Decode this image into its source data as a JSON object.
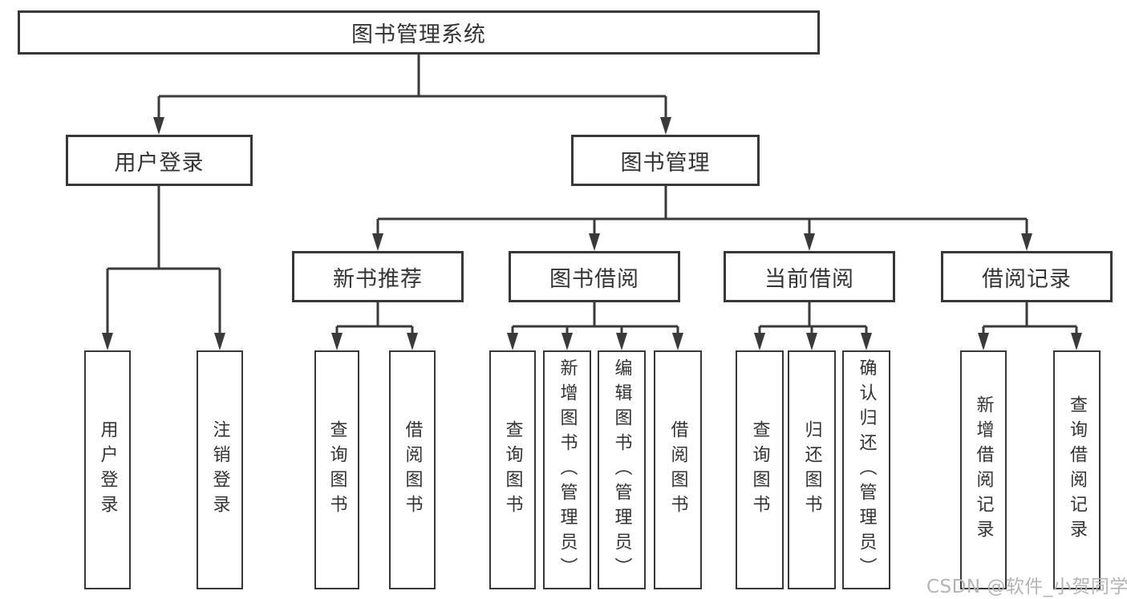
{
  "diagram": {
    "title": "图书管理系统",
    "level2": {
      "user_login": "用户登录",
      "book_mgmt": "图书管理"
    },
    "level3": {
      "new_book_rec": "新书推荐",
      "book_borrow": "图书借阅",
      "current_borrow": "当前借阅",
      "borrow_record": "借阅记录"
    },
    "leaves": {
      "login": "用户登录",
      "logout": "注销登录",
      "rec_query": "查询图书",
      "rec_borrow": "借阅图书",
      "bb_query": "查询图书",
      "bb_add": "新增图书（管理员）",
      "bb_edit": "编辑图书（管理员）",
      "bb_borrow": "借阅图书",
      "cb_query": "查询图书",
      "cb_return": "归还图书",
      "cb_confirm": "确认归还（管理员）",
      "br_add": "新增借阅记录",
      "br_query": "查询借阅记录"
    },
    "line_color": "#3a3a3a",
    "text_color": "#333333"
  },
  "watermark": {
    "text": "CSDN @软件_小贺同学"
  }
}
